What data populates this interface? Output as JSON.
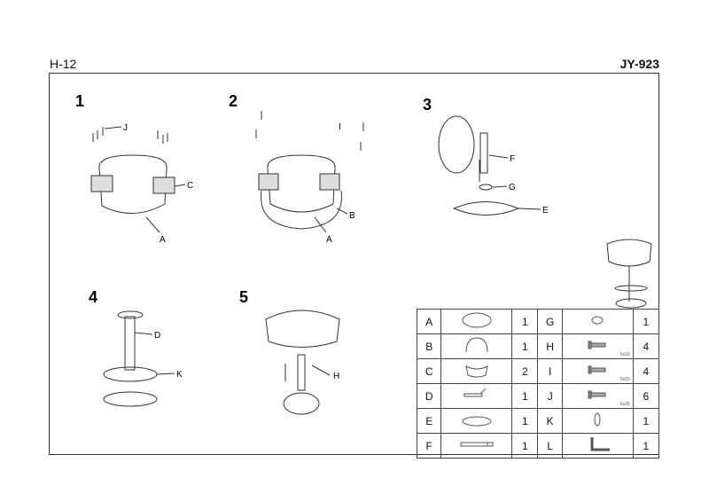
{
  "header": {
    "left": "H-12",
    "right": "JY-923"
  },
  "steps": [
    {
      "number": "1",
      "labels": [
        "J",
        "C",
        "A"
      ]
    },
    {
      "number": "2",
      "labels": [
        "I",
        "B",
        "A"
      ]
    },
    {
      "number": "3",
      "labels": [
        "F",
        "G",
        "E"
      ]
    },
    {
      "number": "4",
      "labels": [
        "D",
        "K"
      ]
    },
    {
      "number": "5",
      "labels": [
        "H"
      ]
    }
  ],
  "parts": [
    {
      "letter": "A",
      "qty": "1",
      "icon": "seat-shell"
    },
    {
      "letter": "B",
      "qty": "1",
      "icon": "armrest-frame"
    },
    {
      "letter": "C",
      "qty": "2",
      "icon": "bracket"
    },
    {
      "letter": "D",
      "qty": "1",
      "icon": "lever"
    },
    {
      "letter": "E",
      "qty": "1",
      "icon": "base"
    },
    {
      "letter": "F",
      "qty": "1",
      "icon": "gas-cylinder"
    },
    {
      "letter": "G",
      "qty": "1",
      "icon": "ring"
    },
    {
      "letter": "H",
      "qty": "4",
      "icon": "bolt",
      "size": "6x16"
    },
    {
      "letter": "I",
      "qty": "4",
      "icon": "bolt",
      "size": "6x20"
    },
    {
      "letter": "J",
      "qty": "6",
      "icon": "bolt",
      "size": "6x25"
    },
    {
      "letter": "K",
      "qty": "1",
      "icon": "footrest-ring"
    },
    {
      "letter": "L",
      "qty": "1",
      "icon": "allen-key"
    }
  ]
}
